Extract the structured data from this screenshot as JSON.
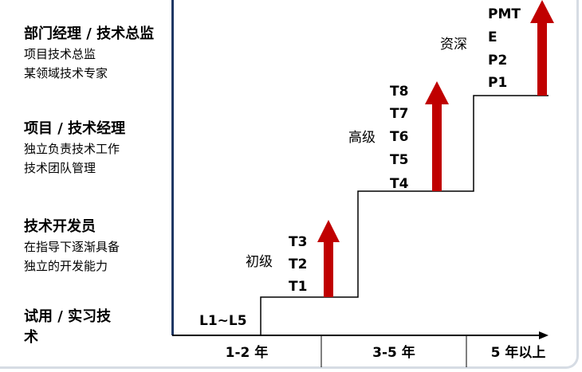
{
  "levels": [
    {
      "title": "部门经理 / 技术总监",
      "desc": [
        "项目技术总监",
        "某领域技术专家"
      ]
    },
    {
      "title": "项目 / 技术经理",
      "desc": [
        "独立负责技术工作",
        "技术团队管理"
      ]
    },
    {
      "title": "技术开发员",
      "desc": [
        "在指导下逐渐具备",
        "独立的开发能力"
      ]
    },
    {
      "title": "试用 / 实习技",
      "title2": "术",
      "desc": []
    }
  ],
  "steps": [
    {
      "category": "",
      "grades": [
        "L1~L5"
      ]
    },
    {
      "category": "初级",
      "grades": [
        "T3",
        "T2",
        "T1"
      ]
    },
    {
      "category": "高级",
      "grades": [
        "T8",
        "T7",
        "T6",
        "T5",
        "T4"
      ]
    },
    {
      "category": "资深",
      "grades": [
        "PMT",
        "E",
        "P2",
        "P1"
      ]
    }
  ],
  "x_axis": [
    "1-2 年",
    "3-5 年",
    "5 年以上"
  ],
  "colors": {
    "axis": "#1f3864",
    "arrow": "#c00000",
    "step": "#000000",
    "frame": "#d6dce4"
  }
}
